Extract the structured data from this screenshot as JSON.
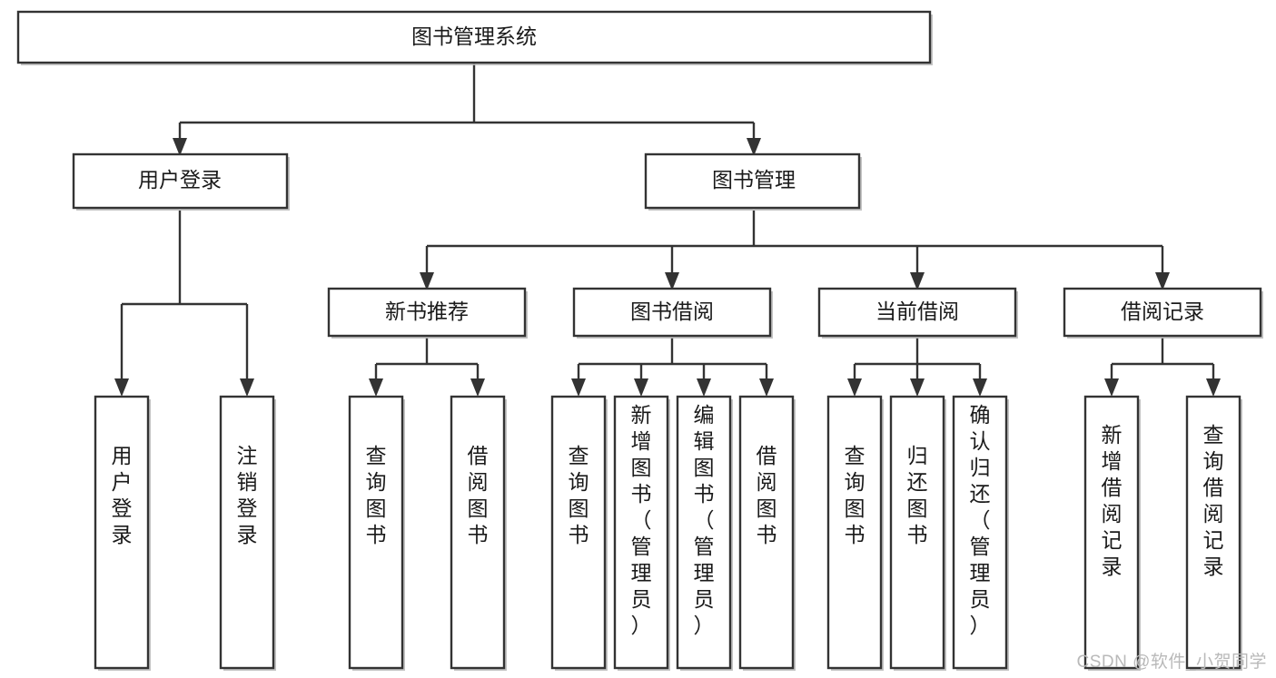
{
  "diagram": {
    "type": "tree-hierarchy-chart",
    "title": "图书管理系统",
    "watermark": "CSDN @软件_小贺同学",
    "colors": {
      "background": "#ffffff",
      "node_fill": "#ffffff",
      "node_stroke": "#333333",
      "connector": "#333333",
      "text": "#1a1a1a",
      "watermark": "#b9b9b9"
    },
    "levels": {
      "level1": {
        "label": "图书管理系统"
      },
      "level2": [
        {
          "label": "用户登录"
        },
        {
          "label": "图书管理"
        }
      ],
      "level3": [
        {
          "label": "新书推荐"
        },
        {
          "label": "图书借阅"
        },
        {
          "label": "当前借阅"
        },
        {
          "label": "借阅记录"
        }
      ],
      "leaves": [
        {
          "label": "用户登录",
          "parent": "用户登录"
        },
        {
          "label": "注销登录",
          "parent": "用户登录"
        },
        {
          "label": "查询图书",
          "parent": "新书推荐"
        },
        {
          "label": "借阅图书",
          "parent": "新书推荐"
        },
        {
          "label": "查询图书",
          "parent": "图书借阅"
        },
        {
          "label": "新增图书（管理员）",
          "parent": "图书借阅"
        },
        {
          "label": "编辑图书（管理员）",
          "parent": "图书借阅"
        },
        {
          "label": "借阅图书",
          "parent": "图书借阅"
        },
        {
          "label": "查询图书",
          "parent": "当前借阅"
        },
        {
          "label": "归还图书",
          "parent": "当前借阅"
        },
        {
          "label": "确认归还（管理员）",
          "parent": "当前借阅"
        },
        {
          "label": "新增借阅记录",
          "parent": "借阅记录"
        },
        {
          "label": "查询借阅记录",
          "parent": "借阅记录"
        }
      ]
    }
  }
}
